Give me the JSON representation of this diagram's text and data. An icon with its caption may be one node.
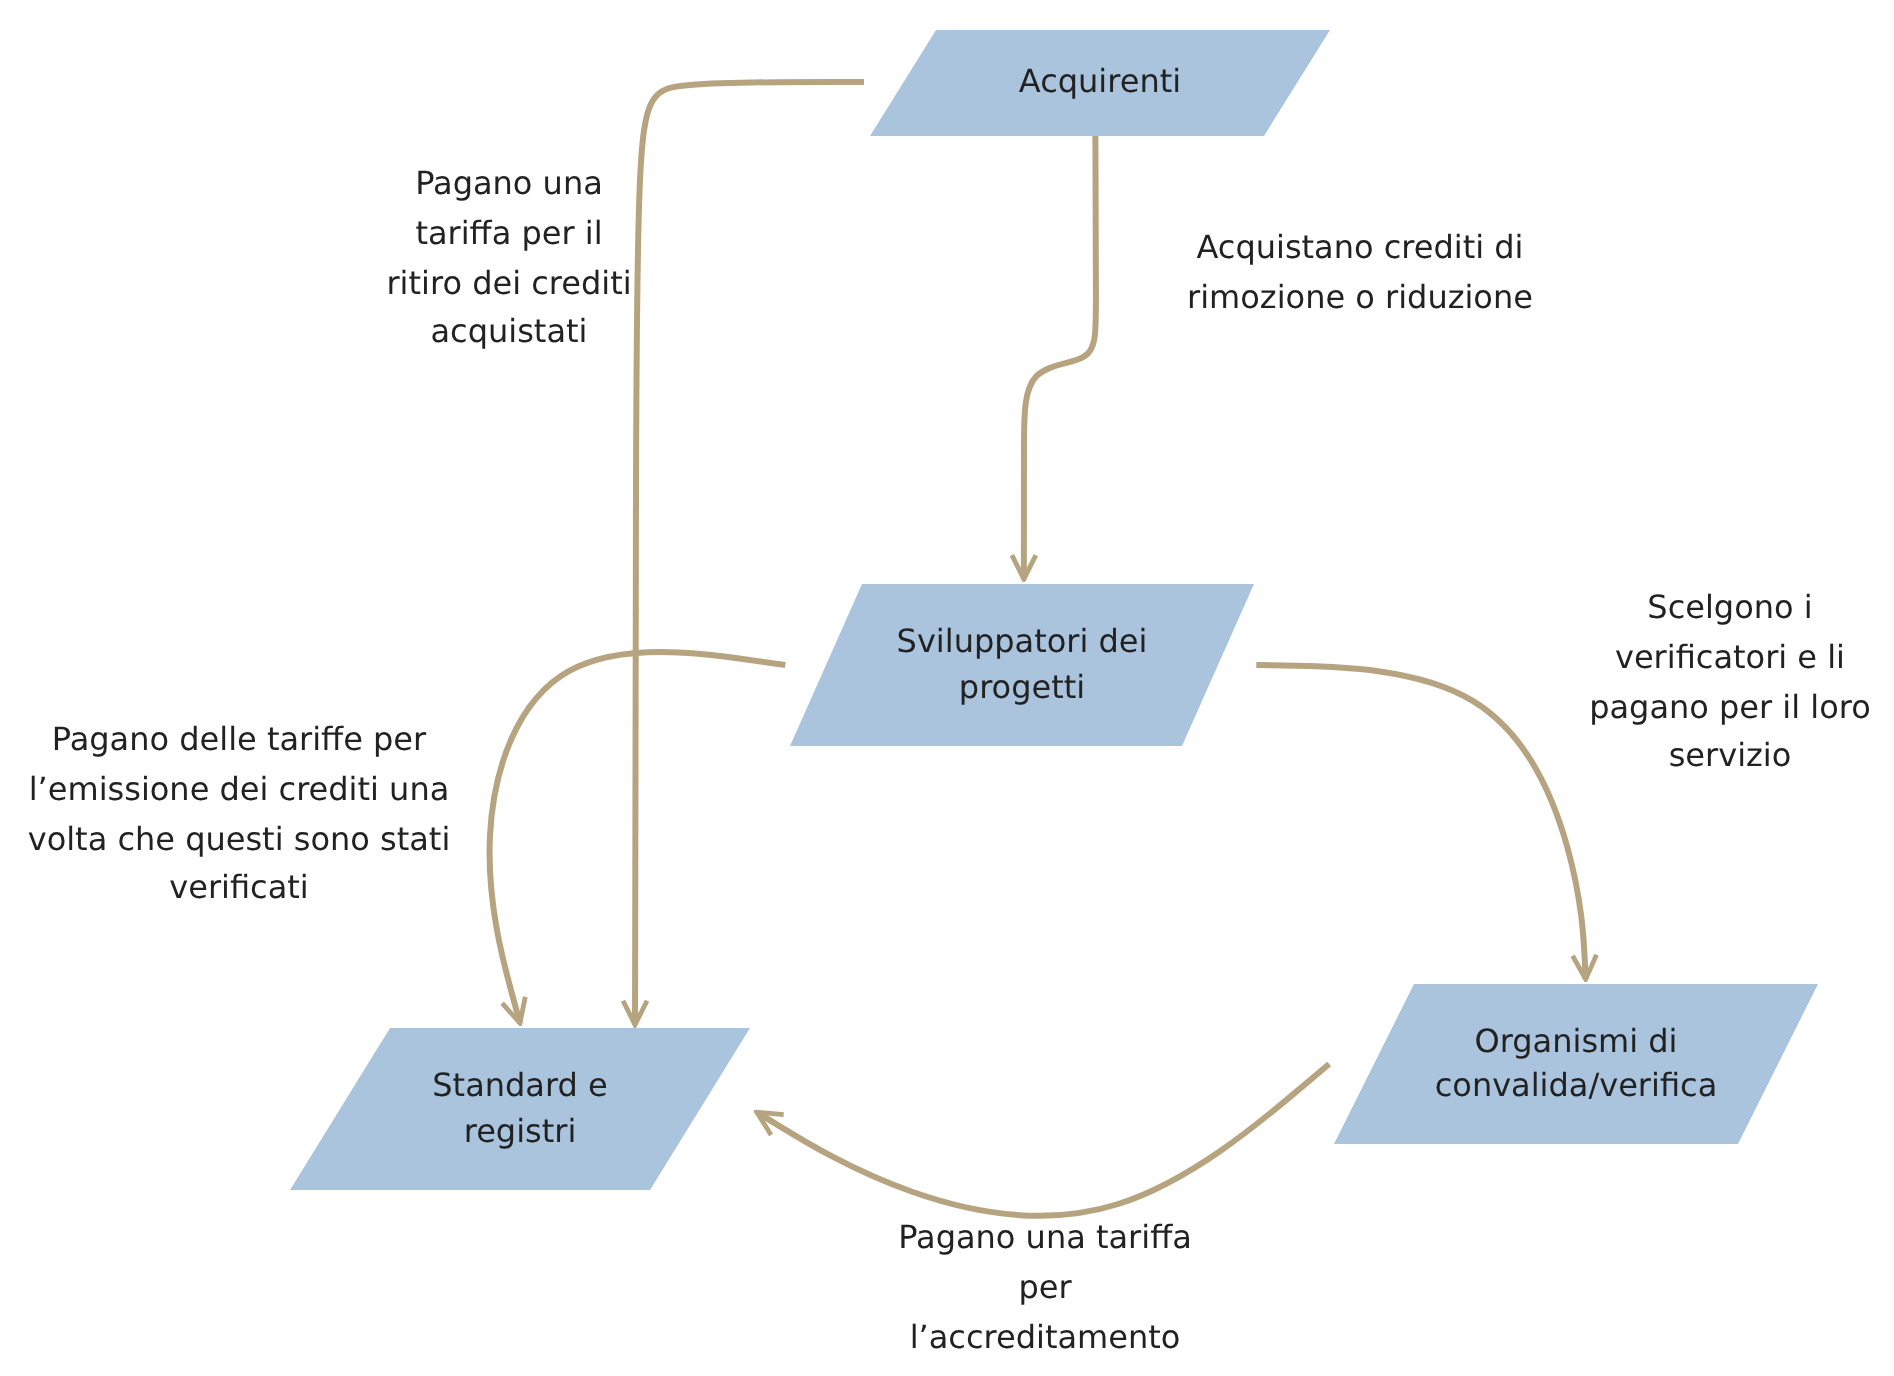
{
  "diagram": {
    "nodes": [
      {
        "text": [
          "Acquirenti"
        ]
      },
      {
        "text": [
          "Sviluppatori dei progetti"
        ]
      },
      {
        "text": [
          "Standard e registri"
        ]
      },
      {
        "text": [
          "Organismi di convalida/verifica"
        ]
      }
    ],
    "edges": [
      {
        "from": 0,
        "to": 2,
        "arrow": "to",
        "label": "Pagano una tariffa per il ritiro dei crediti acquistati"
      },
      {
        "from": 0,
        "to": 1,
        "arrow": "to",
        "label": "Acquistano crediti di rimozione o riduzione"
      },
      {
        "from": 1,
        "to": 2,
        "arrow": "to",
        "label": "Pagano delle tariffe per l’emissione dei crediti una volta che questi sono stati verificati"
      },
      {
        "from": 1,
        "to": 3,
        "arrow": "to",
        "label": "Scelgono i verificatori e li pagano per il loro servizio"
      },
      {
        "from": 3,
        "to": 2,
        "arrow": "to",
        "label": "Pagano una tariffa per l’accreditamento"
      }
    ]
  }
}
